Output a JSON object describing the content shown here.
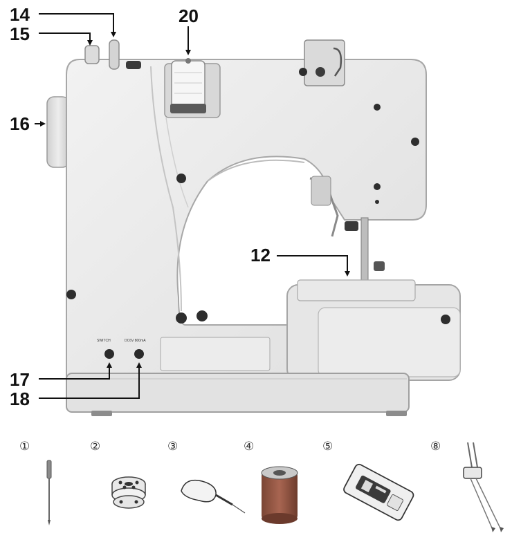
{
  "callouts": {
    "c12": "12",
    "c14": "14",
    "c15": "15",
    "c16": "16",
    "c17": "17",
    "c18": "18",
    "c20": "20"
  },
  "panel_labels": {
    "switch": "SWITCH",
    "power": "DC6V 800mA"
  },
  "accessories": {
    "a1": "①",
    "a2": "②",
    "a3": "③",
    "a4": "④",
    "a5": "⑤",
    "a8": "⑧"
  },
  "icons": {
    "needle": "needle-icon",
    "bobbin": "bobbin-icon",
    "threader": "needle-threader-icon",
    "spool": "thread-spool-icon",
    "foot": "presser-foot-icon",
    "twin_needle": "twin-needle-icon"
  }
}
